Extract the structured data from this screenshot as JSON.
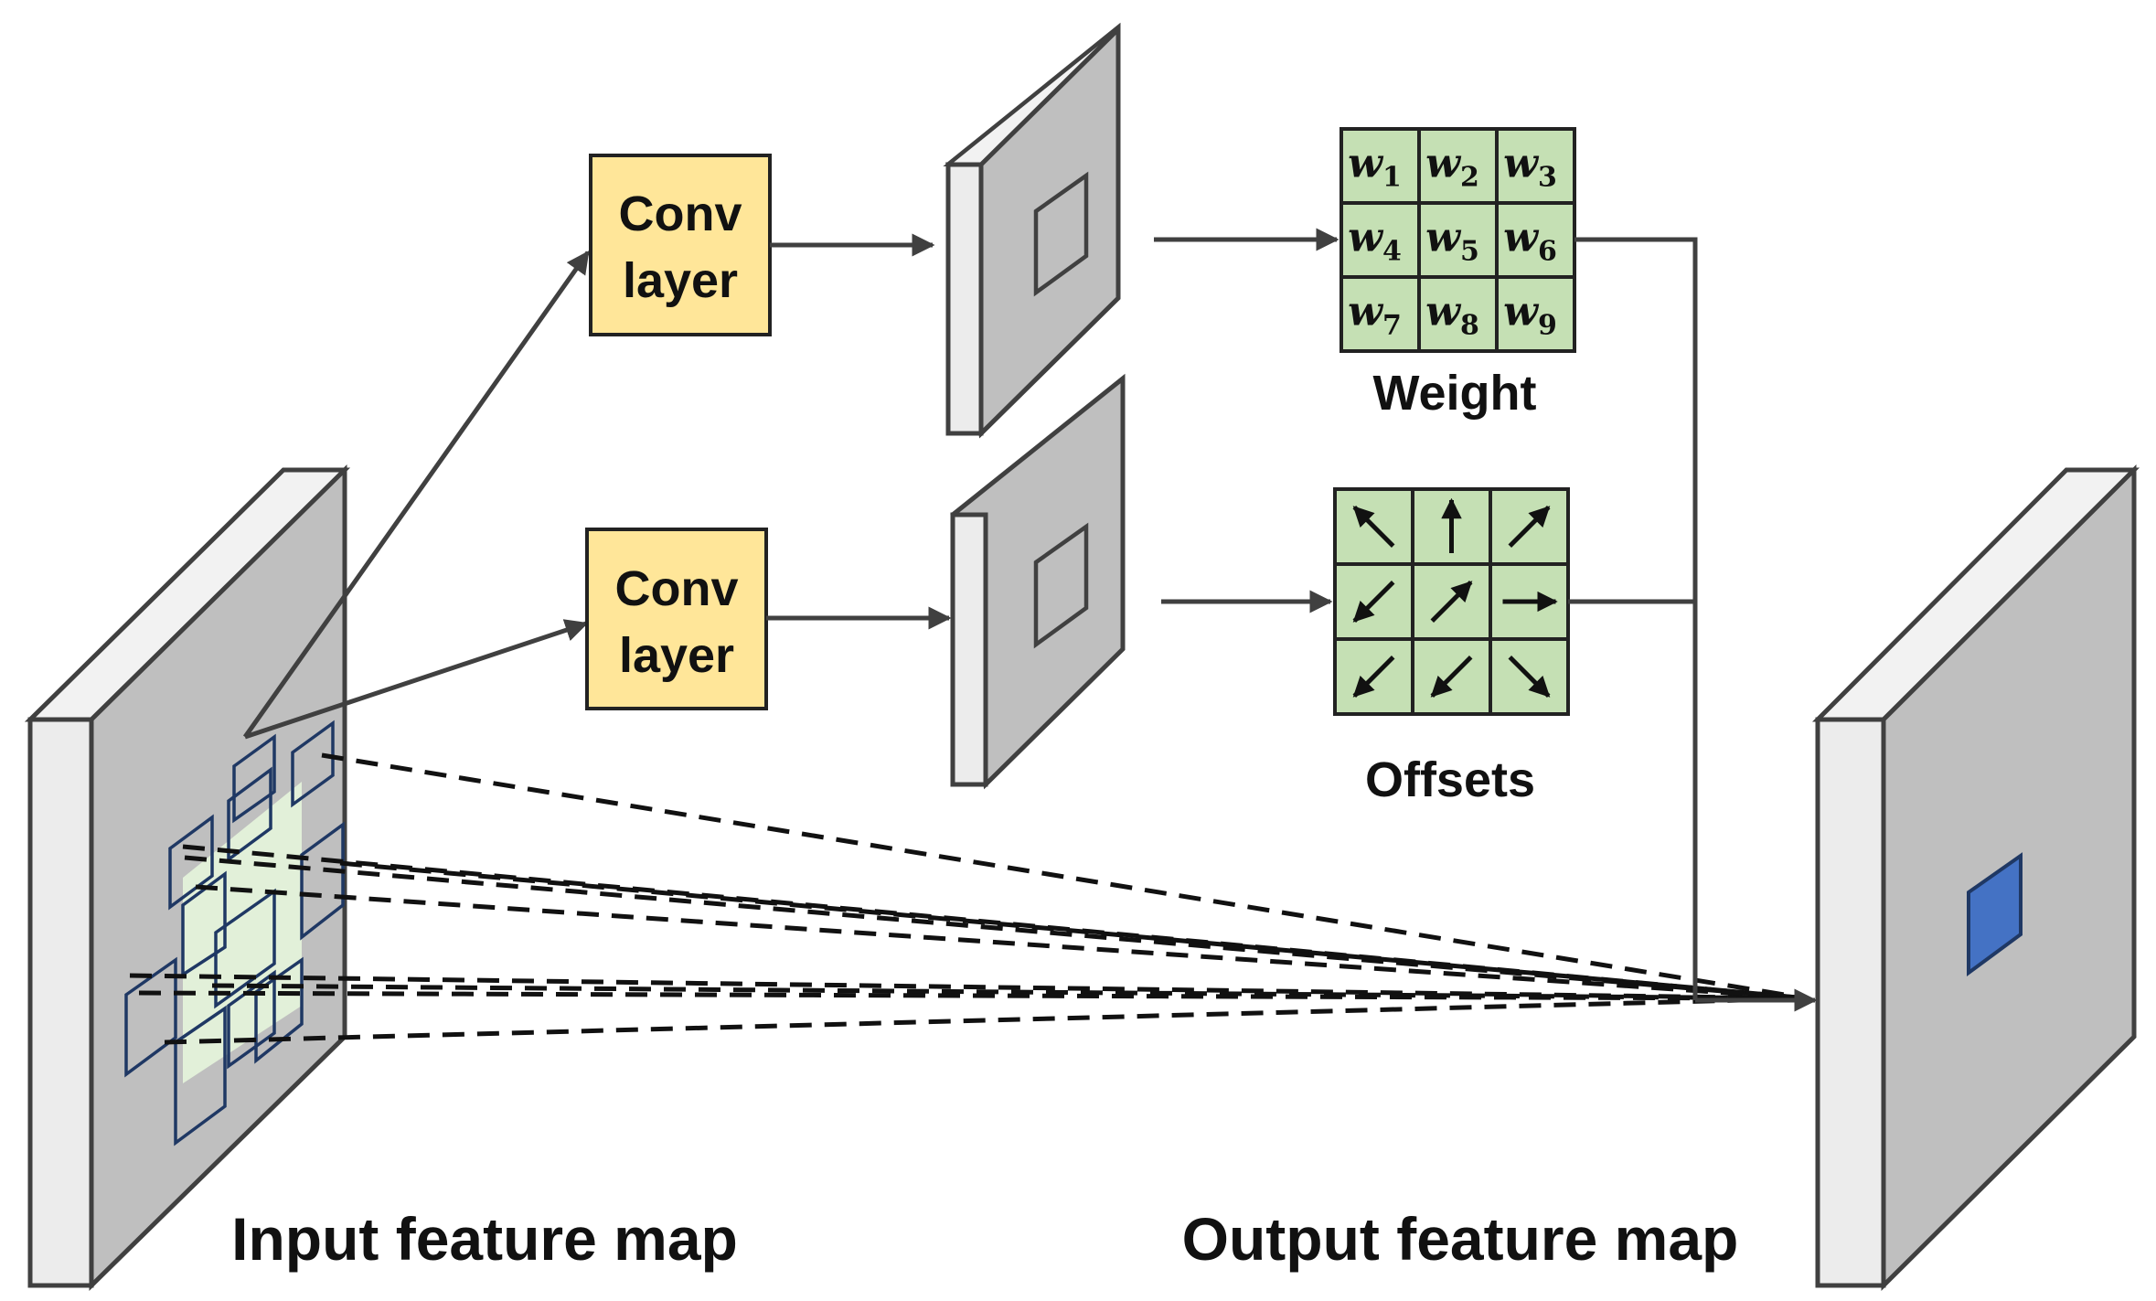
{
  "diagram": {
    "input_label": "Input feature map",
    "output_label": "Output feature map",
    "conv_top": {
      "line1": "Conv",
      "line2": "layer"
    },
    "conv_bottom": {
      "line1": "Conv",
      "line2": "layer"
    },
    "weight_label": "Weight",
    "offsets_label": "Offsets",
    "weights": [
      {
        "base": "w",
        "sub": "1"
      },
      {
        "base": "w",
        "sub": "2"
      },
      {
        "base": "w",
        "sub": "3"
      },
      {
        "base": "w",
        "sub": "4"
      },
      {
        "base": "w",
        "sub": "5"
      },
      {
        "base": "w",
        "sub": "6"
      },
      {
        "base": "w",
        "sub": "7"
      },
      {
        "base": "w",
        "sub": "8"
      },
      {
        "base": "w",
        "sub": "9"
      }
    ],
    "offset_directions": [
      "up-left",
      "up",
      "up-right",
      "down-left",
      "up-right",
      "right",
      "down-left",
      "down-left",
      "down-right"
    ]
  },
  "colors": {
    "conv_fill": "#ffe699",
    "grid_fill": "#c5e0b4",
    "panel_front": "#bfbfbf",
    "panel_side": "#ececec",
    "sample_fill": "#e2f0d9",
    "sample_stroke": "#1f3864",
    "output_pixel": "#4472c4",
    "ink": "#404040"
  }
}
